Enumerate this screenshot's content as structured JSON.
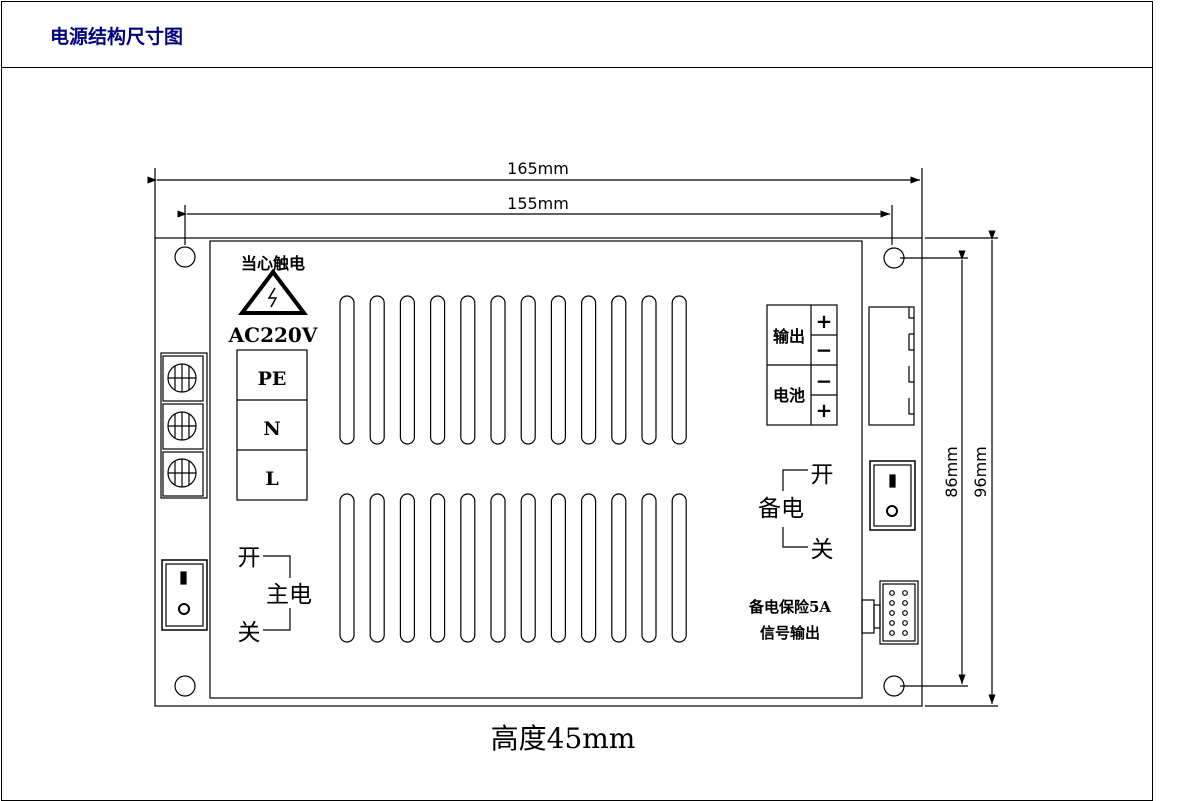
{
  "title": "电源结构尺寸图",
  "drawing": {
    "dim_width_outer": "165mm",
    "dim_width_inner": "155mm",
    "dim_height_inner": "86mm",
    "dim_height_outer": "96mm",
    "warning": "当心触电",
    "ac_label": "AC220V",
    "terminals": [
      "PE",
      "N",
      "L"
    ],
    "output_label": "输出",
    "battery_label": "电池",
    "plus": "+",
    "minus": "−",
    "main_power": {
      "on": "开",
      "label": "主电",
      "off": "关"
    },
    "backup_power": {
      "on": "开",
      "label": "备电",
      "off": "关"
    },
    "fuse_label": "备电保险5A",
    "signal_label": "信号输出",
    "height_note": "高度45mm"
  }
}
